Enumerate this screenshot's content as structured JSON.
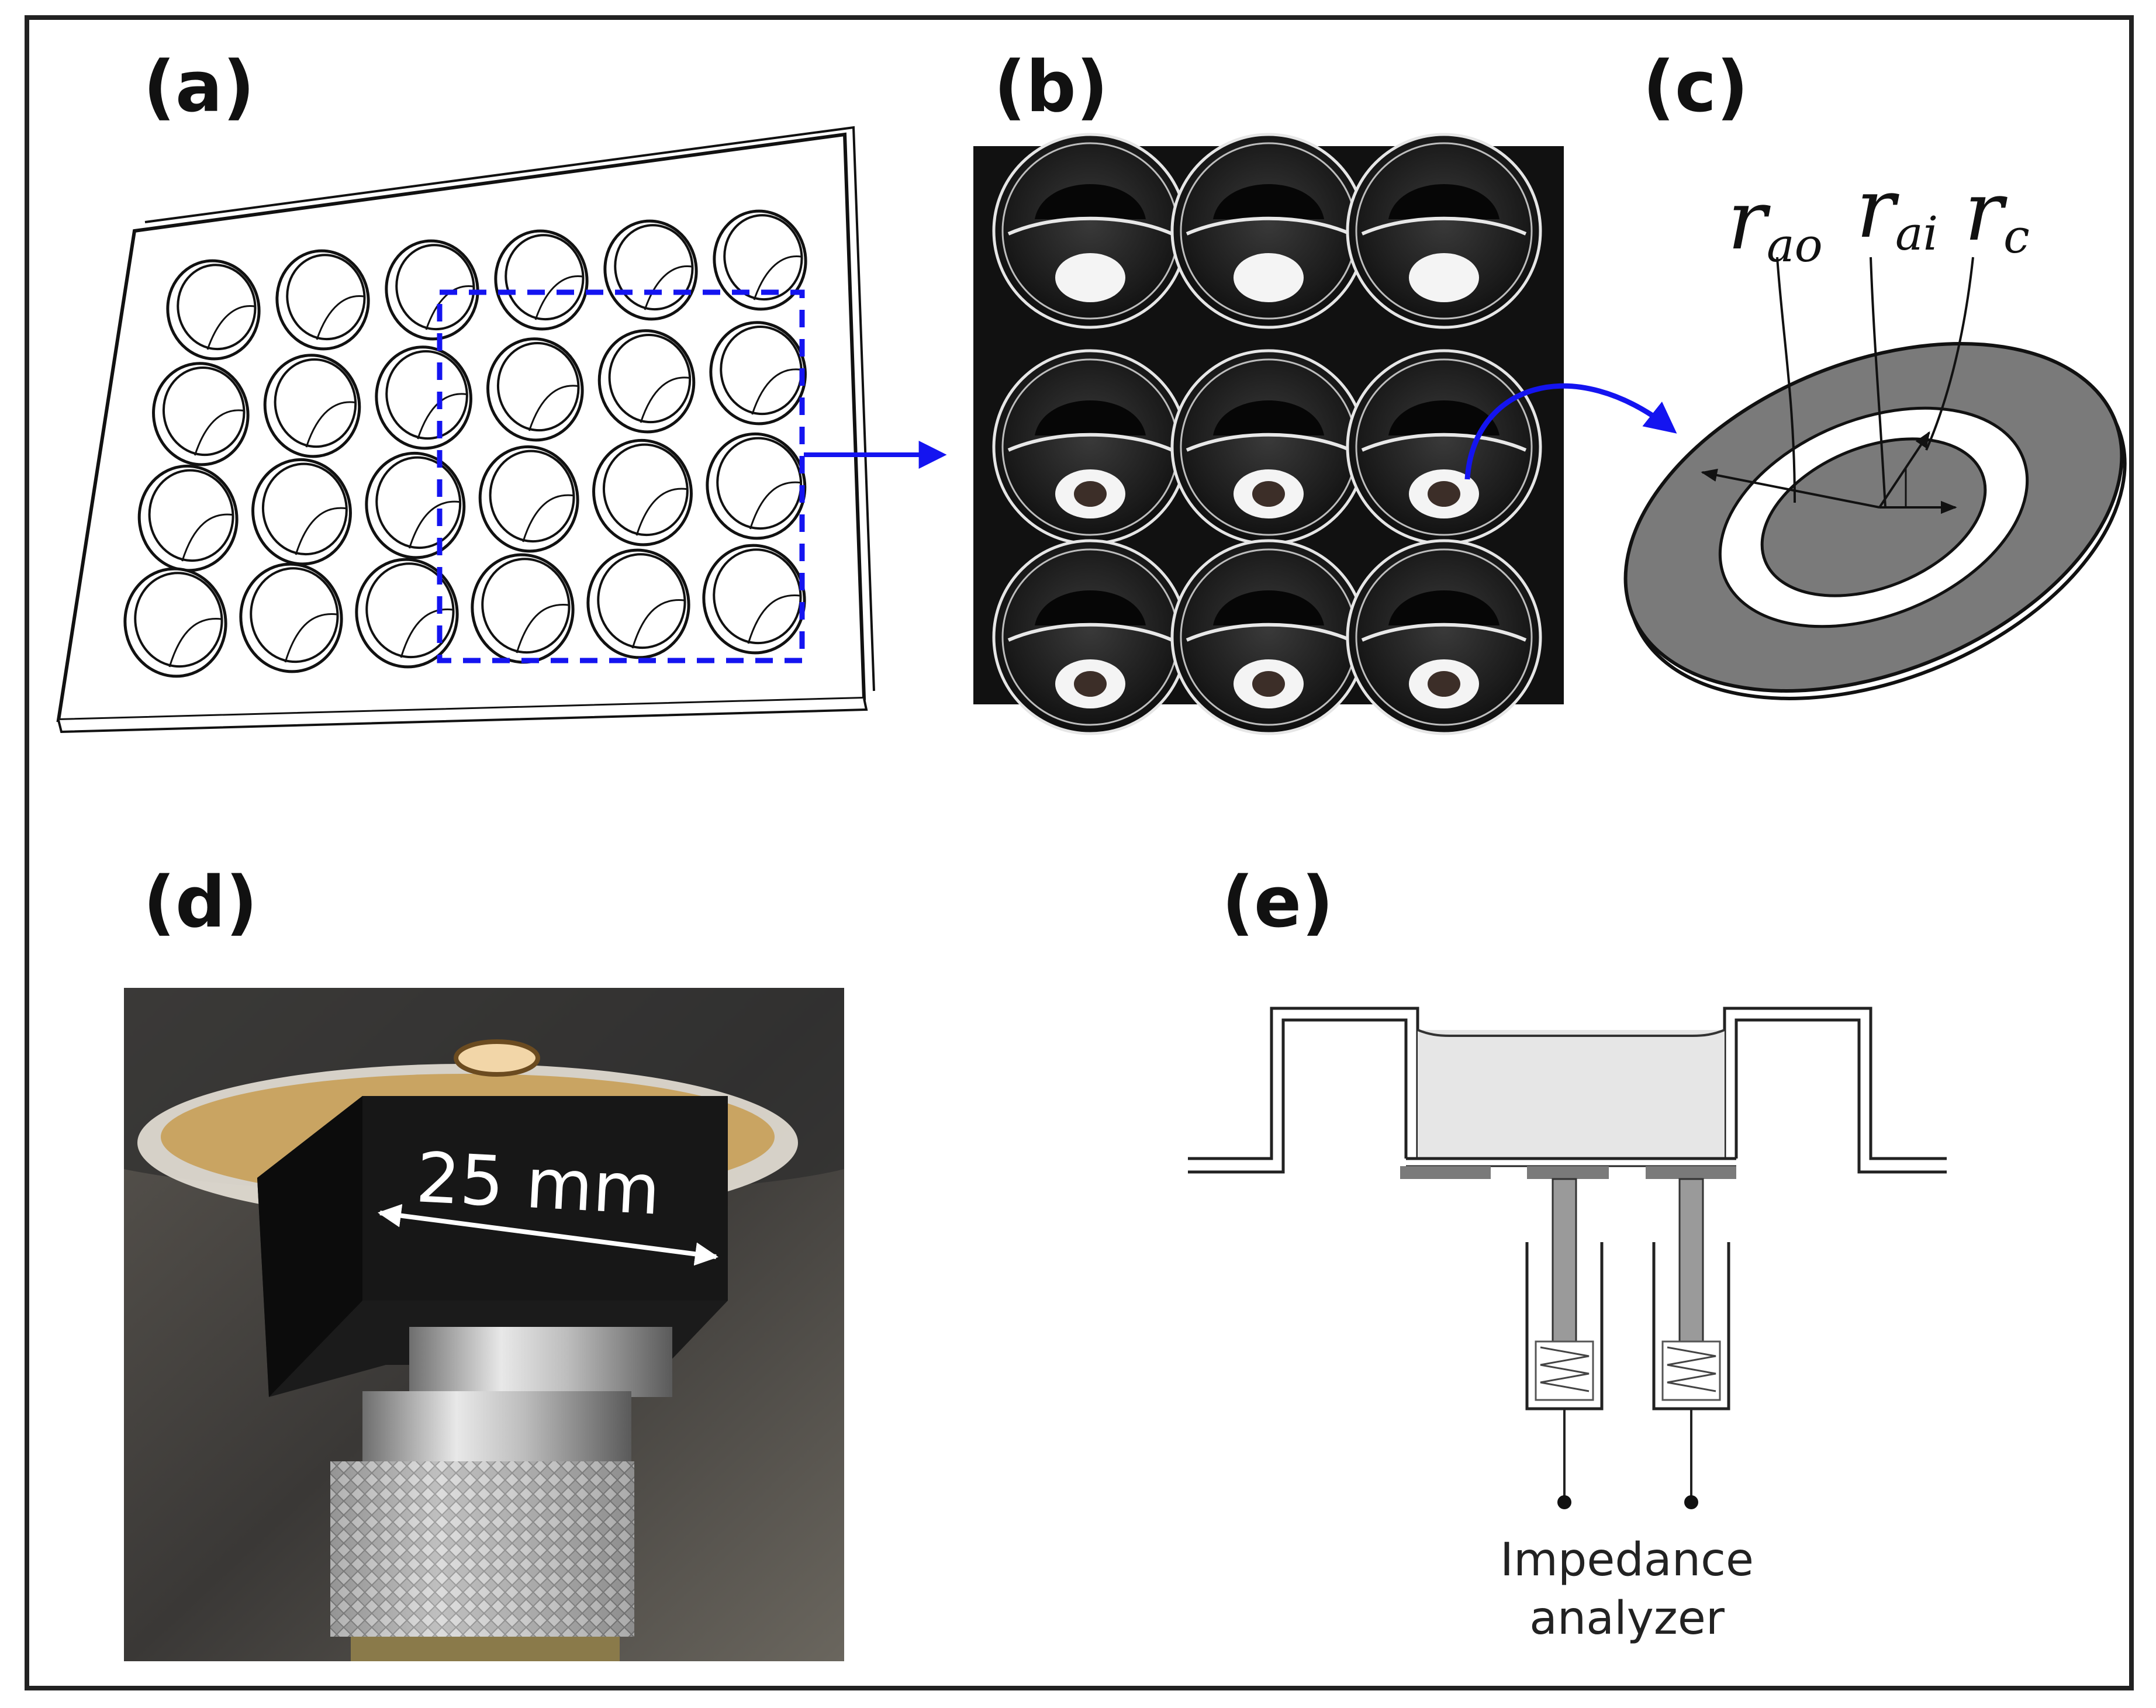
{
  "panels": {
    "a": {
      "label": "(a)",
      "wells": {
        "rows": 4,
        "cols": 6
      }
    },
    "b": {
      "label": "(b)"
    },
    "c": {
      "label": "(c)",
      "radii": {
        "outer_anode": {
          "base": "r",
          "sub": "ao"
        },
        "inner_anode": {
          "base": "r",
          "sub": "ai"
        },
        "cathode": {
          "base": "r",
          "sub": "c"
        }
      }
    },
    "d": {
      "label": "(d)",
      "dimension": "25 mm"
    },
    "e": {
      "label": "(e)",
      "instrument": [
        "Impedance",
        "analyzer"
      ]
    }
  },
  "colors": {
    "arrow": "#1414f0",
    "electrode": "#7a7a7a",
    "liquid": "#e6e6e6"
  }
}
